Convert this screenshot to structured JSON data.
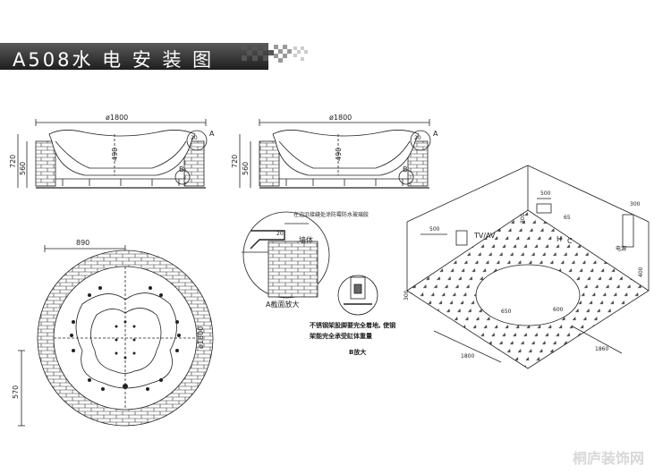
{
  "title": "A508水 电 安 装 图",
  "elevation_left": {
    "width_dim": "ø1800",
    "height_total": "720",
    "height_base": "560",
    "depth": "490",
    "callout_a": "A",
    "callout_b": "B",
    "inner_dim": "20"
  },
  "elevation_right": {
    "width_dim": "ø1800",
    "height_total": "720",
    "height_base": "560",
    "depth": "490",
    "callout_a": "A",
    "callout_b": "B",
    "inner_dim": "20"
  },
  "plan": {
    "width_dim": "890",
    "diameter": "ø1800",
    "side_dim": "570"
  },
  "detail_a": {
    "note": "在边沿接缝处涂防霉防水玻璃胶",
    "label_wall": "墙体",
    "dim": "20",
    "caption": "A截面放大"
  },
  "detail_b": {
    "note_line1": "不锈钢架股脚要完全着地, 使钢",
    "note_line2": "架能完全承受缸体重量",
    "caption": "B放大"
  },
  "iso": {
    "tvav": "TV/AV",
    "dim_500_left": "500",
    "dim_300_left": "300",
    "dim_500_top": "500",
    "dim_65": "65",
    "dim_300_top": "300",
    "dim_300_right": "300",
    "dim_400": "400",
    "label_h": "H",
    "label_c": "C",
    "electric": "电源",
    "dim_650": "650",
    "dim_600": "600",
    "dim_1800": "1800",
    "dim_1860": "1860"
  },
  "watermark": "桐庐装饰网"
}
